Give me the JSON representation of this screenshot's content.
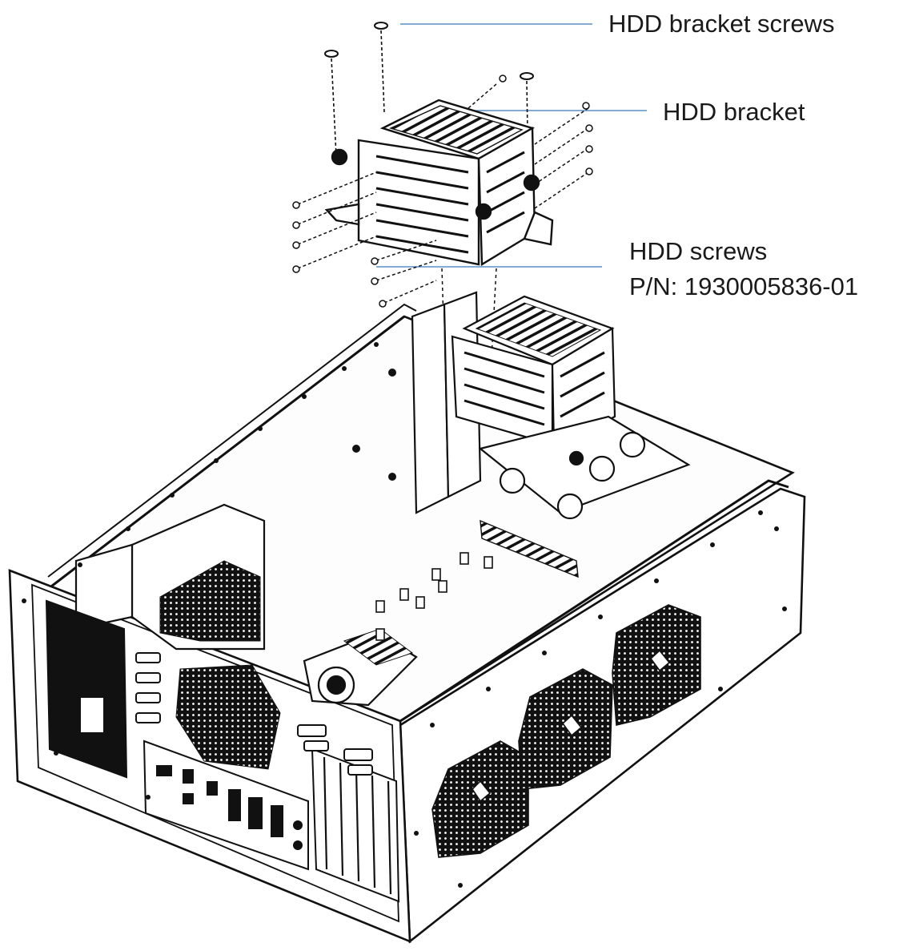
{
  "callouts": {
    "bracket_screws": "HDD bracket screws",
    "bracket": "HDD bracket",
    "hdd_screws": "HDD screws",
    "part_number": "P/N: 1930005836-01"
  },
  "colors": {
    "leader_line": "#5b8fc7",
    "line_art": "#111111",
    "background": "#ffffff"
  }
}
